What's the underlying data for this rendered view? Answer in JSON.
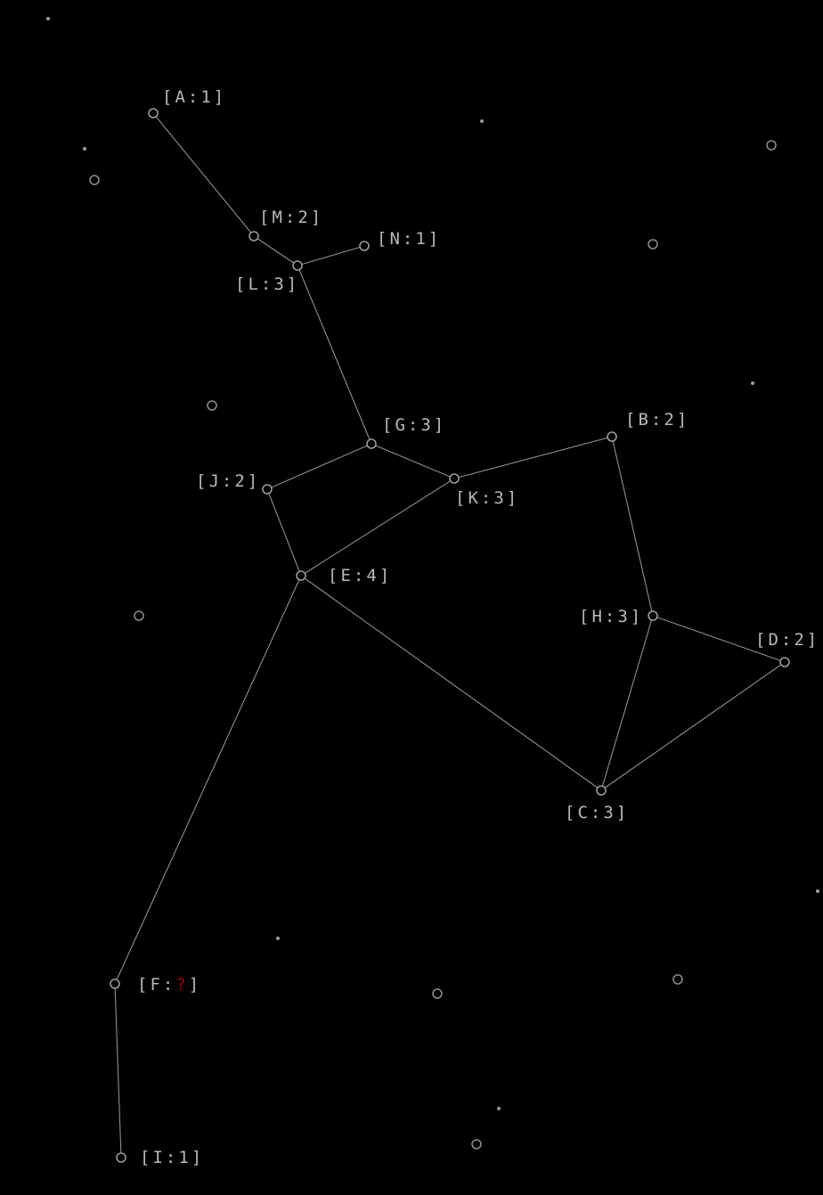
{
  "colors": {
    "background": "#000000",
    "line": "#8f8f8f",
    "label": "#b8b8b8",
    "unknown": "#a00000"
  },
  "nodes": {
    "A": {
      "id": "A",
      "value": "1",
      "text": "[A:1]"
    },
    "B": {
      "id": "B",
      "value": "2",
      "text": "[B:2]"
    },
    "C": {
      "id": "C",
      "value": "3",
      "text": "[C:3]"
    },
    "D": {
      "id": "D",
      "value": "2",
      "text": "[D:2]"
    },
    "E": {
      "id": "E",
      "value": "4",
      "text": "[E:4]"
    },
    "F": {
      "id": "F",
      "value": "?",
      "text_prefix": "[F:",
      "unknown": "?",
      "text_suffix": "]"
    },
    "G": {
      "id": "G",
      "value": "3",
      "text": "[G:3]"
    },
    "H": {
      "id": "H",
      "value": "3",
      "text": "[H:3]"
    },
    "I": {
      "id": "I",
      "value": "1",
      "text": "[I:1]"
    },
    "J": {
      "id": "J",
      "value": "2",
      "text": "[J:2]"
    },
    "K": {
      "id": "K",
      "value": "3",
      "text": "[K:3]"
    },
    "L": {
      "id": "L",
      "value": "3",
      "text": "[L:3]"
    },
    "M": {
      "id": "M",
      "value": "2",
      "text": "[M:2]"
    },
    "N": {
      "id": "N",
      "value": "1",
      "text": "[N:1]"
    }
  },
  "edges": [
    [
      "A",
      "M"
    ],
    [
      "M",
      "L"
    ],
    [
      "L",
      "N"
    ],
    [
      "L",
      "G"
    ],
    [
      "G",
      "J"
    ],
    [
      "G",
      "K"
    ],
    [
      "K",
      "B"
    ],
    [
      "K",
      "E"
    ],
    [
      "J",
      "E"
    ],
    [
      "E",
      "C"
    ],
    [
      "E",
      "F"
    ],
    [
      "F",
      "I"
    ],
    [
      "B",
      "H"
    ],
    [
      "H",
      "C"
    ],
    [
      "H",
      "D"
    ],
    [
      "D",
      "C"
    ]
  ]
}
